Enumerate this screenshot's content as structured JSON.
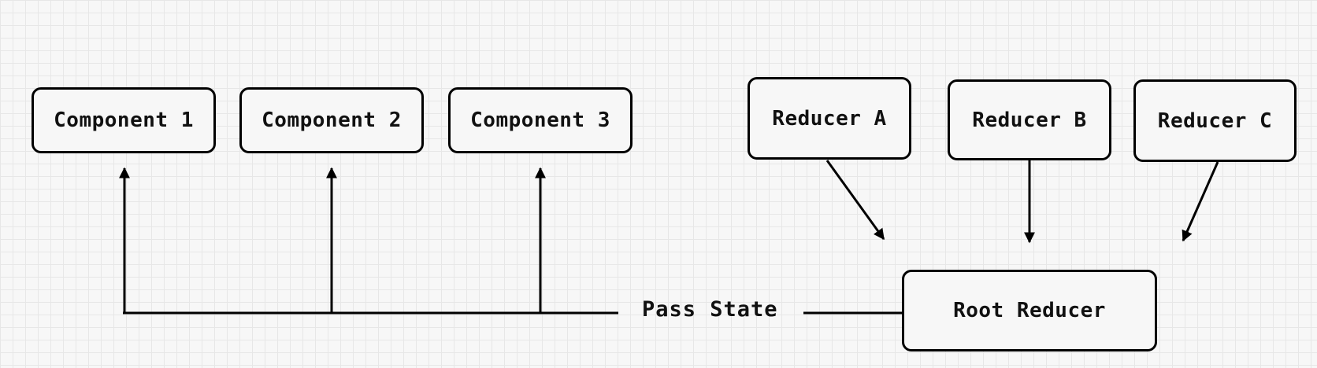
{
  "diagram": {
    "components": [
      "Component 1",
      "Component 2",
      "Component 3"
    ],
    "reducers": [
      "Reducer A",
      "Reducer B",
      "Reducer C"
    ],
    "root_reducer": "Root Reducer",
    "edge_label": "Pass State"
  }
}
